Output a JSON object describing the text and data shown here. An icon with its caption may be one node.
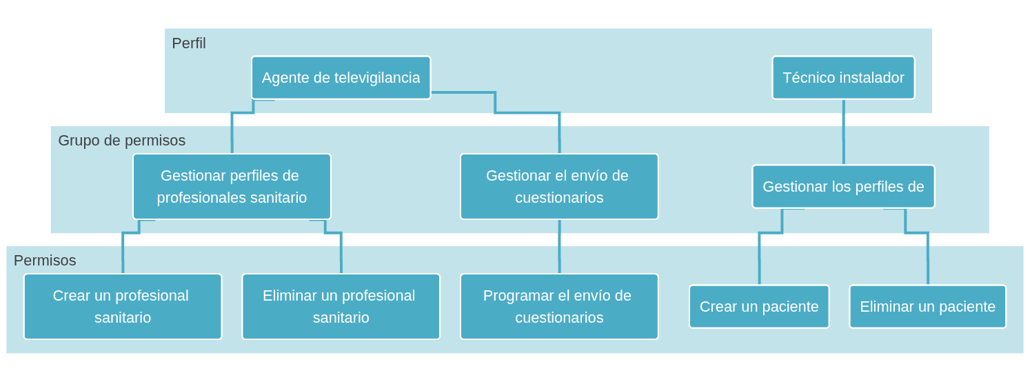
{
  "diagram": {
    "nodes": [
      {
        "text": [
          "Perfil"
        ]
      },
      {
        "text": [
          "Agente de televigilancia"
        ],
        "in": 0
      },
      {
        "text": [
          "Técnico instalador"
        ],
        "in": 0
      },
      {
        "text": [
          "Grupo de permisos"
        ]
      },
      {
        "text": [
          "Gestionar perfiles de profesionales sanitario"
        ],
        "in": 3
      },
      {
        "text": [
          "Gestionar el envío de cuestionarios"
        ],
        "in": 3
      },
      {
        "text": [
          "Gestionar los perfiles de"
        ],
        "in": 3
      },
      {
        "text": [
          "Permisos"
        ]
      },
      {
        "text": [
          "Crear un profesional sanitario"
        ],
        "in": 7
      },
      {
        "text": [
          "Eliminar un profesional sanitario"
        ],
        "in": 7
      },
      {
        "text": [
          "Programar el envío de cuestionarios"
        ],
        "in": 7
      },
      {
        "text": [
          "Crear un paciente"
        ],
        "in": 7
      },
      {
        "text": [
          "Eliminar un paciente"
        ],
        "in": 7
      }
    ],
    "edges": [
      {
        "from": 1,
        "to": 4,
        "arrow": "none"
      },
      {
        "from": 1,
        "to": 5,
        "arrow": "none"
      },
      {
        "from": 2,
        "to": 6,
        "arrow": "none"
      },
      {
        "from": 4,
        "to": 8,
        "arrow": "none"
      },
      {
        "from": 4,
        "to": 9,
        "arrow": "none"
      },
      {
        "from": 5,
        "to": 10,
        "arrow": "none"
      },
      {
        "from": 6,
        "to": 11,
        "arrow": "none"
      },
      {
        "from": 6,
        "to": 12,
        "arrow": "none"
      }
    ]
  }
}
